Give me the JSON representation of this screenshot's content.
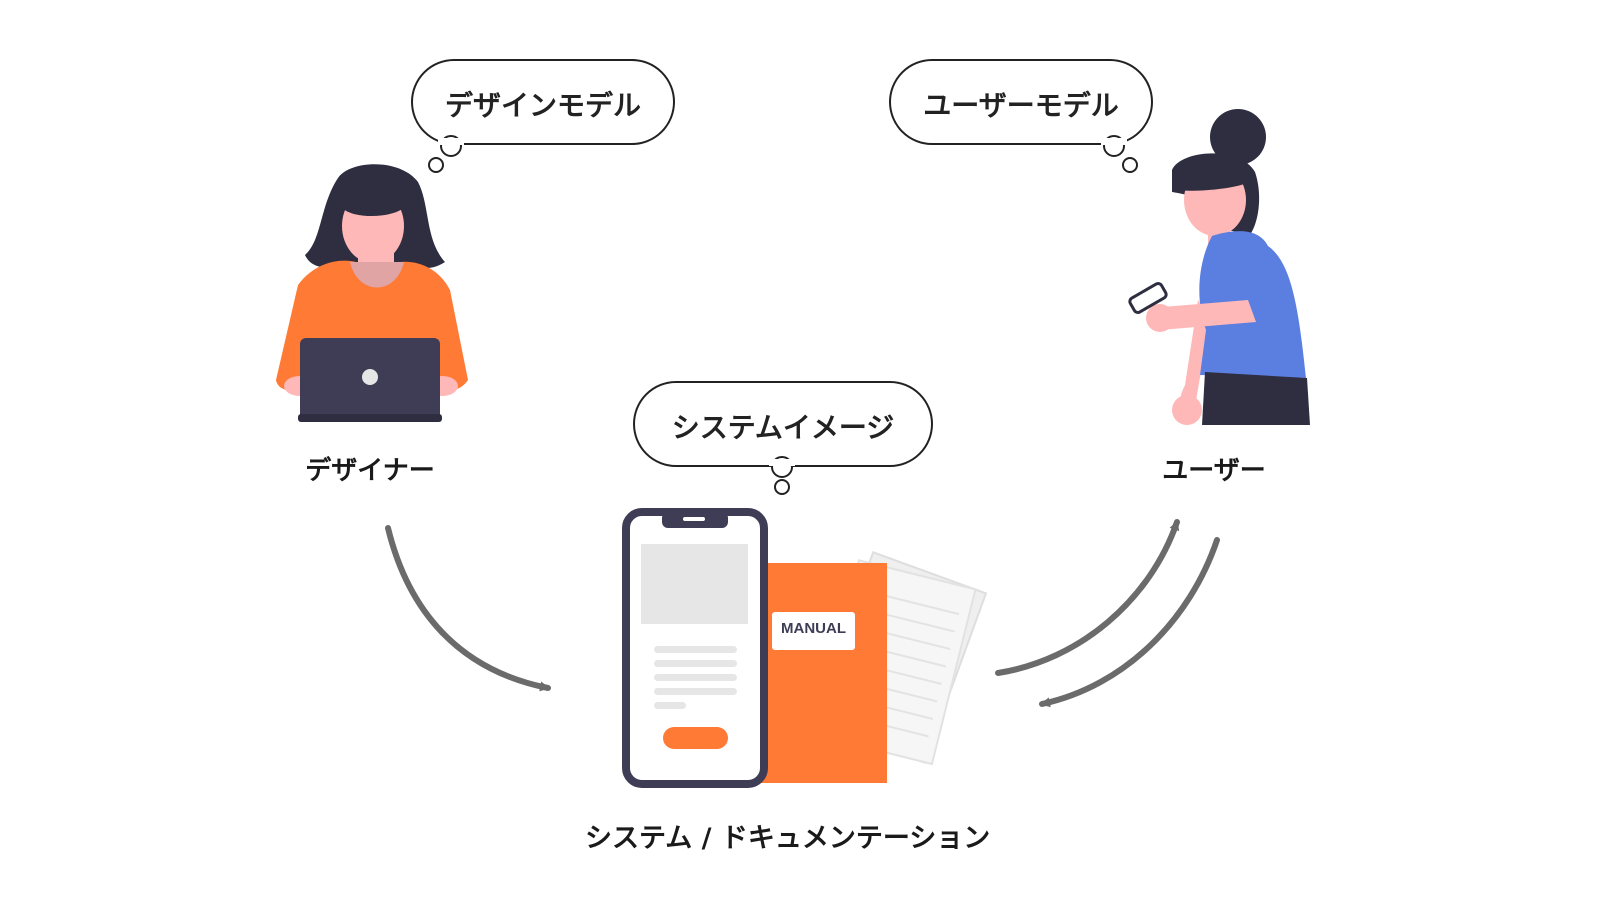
{
  "bubbles": {
    "designer_model": "デザインモデル",
    "user_model": "ユーザーモデル",
    "system_image": "システムイメージ"
  },
  "labels": {
    "designer": "デザイナー",
    "user": "ユーザー",
    "system": "システム / ドキュメンテーション",
    "manual": "MANUAL"
  },
  "colors": {
    "accent_orange": "#FF7A35",
    "user_shirt": "#5B7FE0",
    "hair_dark": "#2F2E41",
    "skin": "#FFB8B8",
    "arrow_gray": "#6b6b6b"
  }
}
